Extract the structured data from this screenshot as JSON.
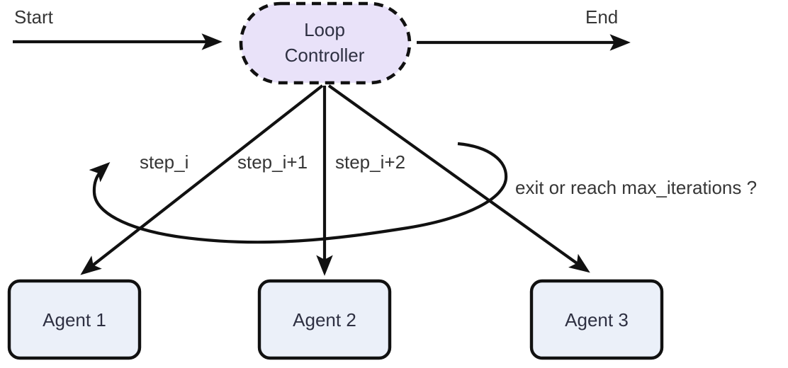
{
  "diagram": {
    "start_label": "Start",
    "end_label": "End",
    "controller": {
      "label_line1": "Loop",
      "label_line2": "Controller"
    },
    "edge_labels": {
      "step_i": "step_i",
      "step_i_plus_1": "step_i+1",
      "step_i_plus_2": "step_i+2",
      "loop_condition": "exit or reach max_iterations ?"
    },
    "agents": [
      {
        "label": "Agent 1"
      },
      {
        "label": "Agent 2"
      },
      {
        "label": "Agent 3"
      }
    ],
    "colors": {
      "controller_fill": "#e9e2f9",
      "agent_fill": "#ebf0f9",
      "stroke": "#111111",
      "label_text": "#363636",
      "node_text": "#2e3042",
      "background": "#ffffff"
    }
  }
}
